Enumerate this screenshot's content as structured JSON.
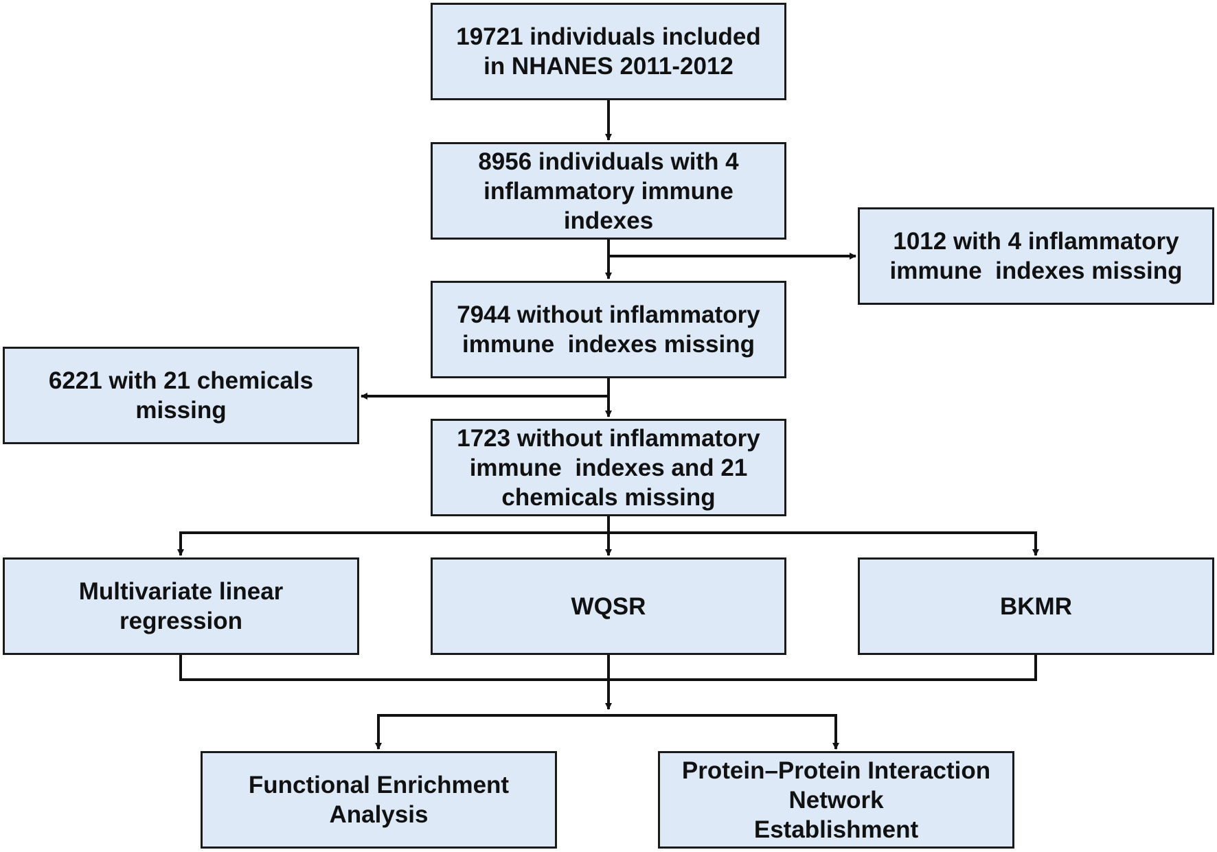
{
  "colors": {
    "box_fill": "#dde9f6",
    "border": "#1a1a1a",
    "line": "#111111"
  },
  "boxes": {
    "b1": [
      "19721 individuals included",
      "in NHANES 2011-2012"
    ],
    "b2": [
      "8956 individuals with 4",
      "inflammatory immune",
      "indexes"
    ],
    "b3": [
      "1012 with 4 inflammatory",
      "immune  indexes missing"
    ],
    "b4": [
      "7944 without inflammatory",
      "immune  indexes missing"
    ],
    "b5": [
      "6221 with 21 chemicals",
      "missing"
    ],
    "b6": [
      "1723 without inflammatory",
      "immune  indexes and 21",
      "chemicals missing"
    ],
    "b7": [
      "Multivariate linear",
      "regression"
    ],
    "b8": [
      "WQSR"
    ],
    "b9": [
      "BKMR"
    ],
    "b10": [
      "Functional Enrichment",
      "Analysis"
    ],
    "b11": [
      "Protein–Protein Interaction",
      "Network",
      "Establishment"
    ]
  },
  "edges": [
    [
      "b1",
      "b2"
    ],
    [
      "b2",
      "b4"
    ],
    [
      "b2",
      "b3"
    ],
    [
      "b4",
      "b6"
    ],
    [
      "b4",
      "b5"
    ],
    [
      "b6",
      "b7"
    ],
    [
      "b6",
      "b8"
    ],
    [
      "b6",
      "b9"
    ],
    [
      "b7",
      "b10"
    ],
    [
      "b8",
      "b10"
    ],
    [
      "b9",
      "b10"
    ],
    [
      "b7",
      "b11"
    ],
    [
      "b8",
      "b11"
    ],
    [
      "b9",
      "b11"
    ]
  ]
}
